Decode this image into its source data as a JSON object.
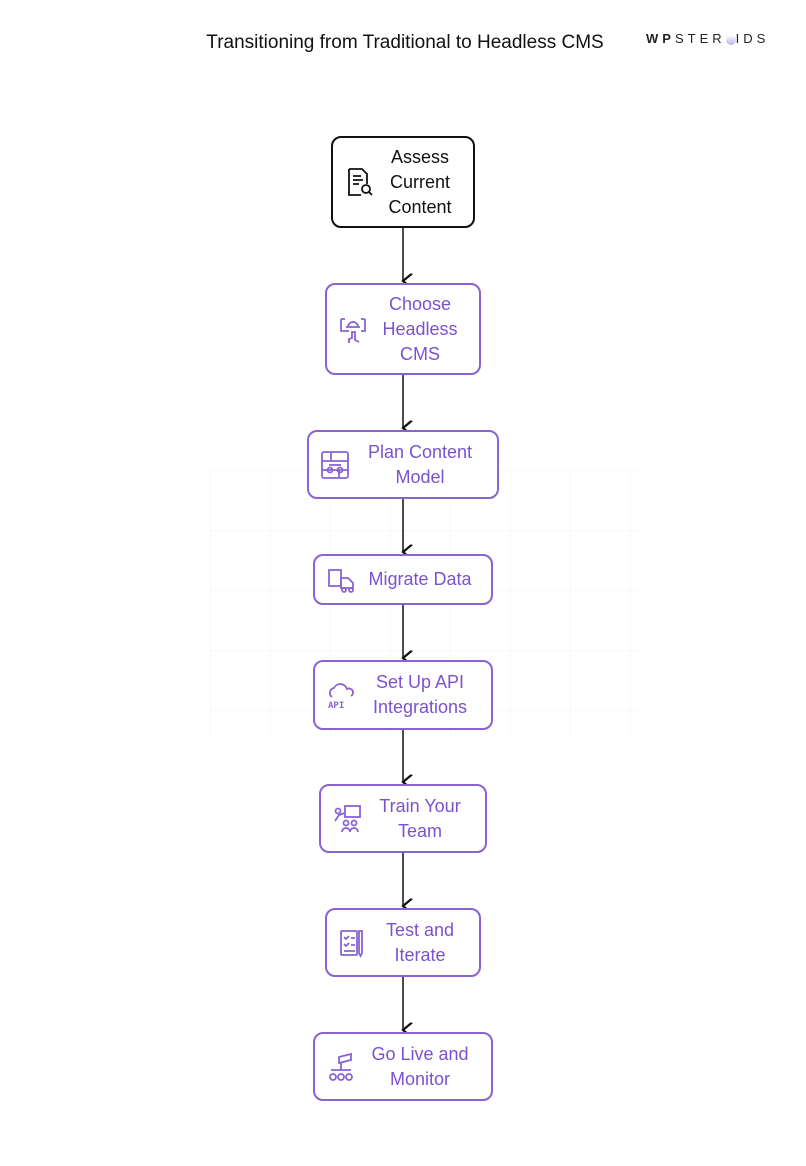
{
  "title": "Transitioning from Traditional to Headless CMS",
  "logo": {
    "part1": "WP",
    "part2": "STER",
    "part3": "IDS"
  },
  "steps": [
    {
      "label": "Assess Current Content",
      "icon": "document-search-icon"
    },
    {
      "label": "Choose Headless CMS",
      "icon": "hand-select-icon"
    },
    {
      "label": "Plan Content Model",
      "icon": "flowchart-icon"
    },
    {
      "label": "Migrate Data",
      "icon": "delivery-truck-icon"
    },
    {
      "label": "Set Up API Integrations",
      "icon": "cloud-api-icon"
    },
    {
      "label": "Train Your Team",
      "icon": "team-training-icon"
    },
    {
      "label": "Test and Iterate",
      "icon": "checklist-pen-icon"
    },
    {
      "label": "Go Live and Monitor",
      "icon": "rover-icon"
    }
  ],
  "colors": {
    "accent": "#8a63d2",
    "text": "#7a52d0",
    "first": "#111111"
  }
}
